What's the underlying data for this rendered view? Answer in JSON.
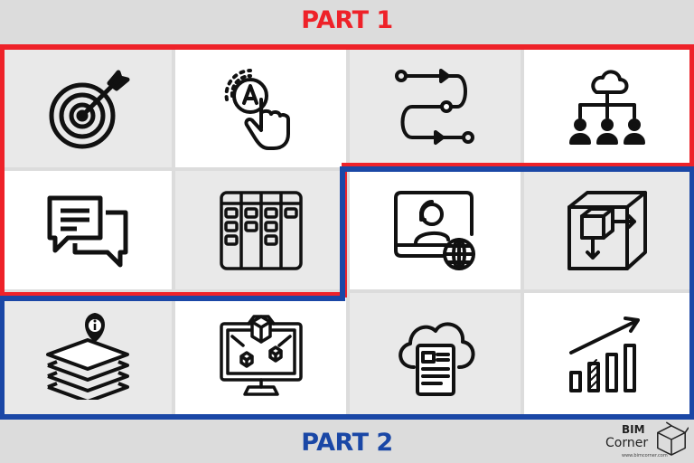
{
  "header": {
    "title": "PART 1"
  },
  "footer": {
    "title": "PART 2"
  },
  "colors": {
    "part1": "#ee2229",
    "part2": "#1a47a6",
    "tile_light": "#e9e9e9",
    "tile_white": "#ffffff",
    "icon": "#111111"
  },
  "icons": [
    "target-icon",
    "touch-letter-a-icon",
    "roadmap-path-icon",
    "cloud-hierarchy-icon",
    "chat-bubbles-icon",
    "kanban-board-icon",
    "video-call-globe-icon",
    "box-axes-icon",
    "layers-info-icon",
    "monitor-3d-model-icon",
    "cloud-document-icon",
    "growth-chart-icon"
  ],
  "logo": {
    "line1": "BIM",
    "line2": "Corner",
    "url": "www.bimcorner.com"
  }
}
